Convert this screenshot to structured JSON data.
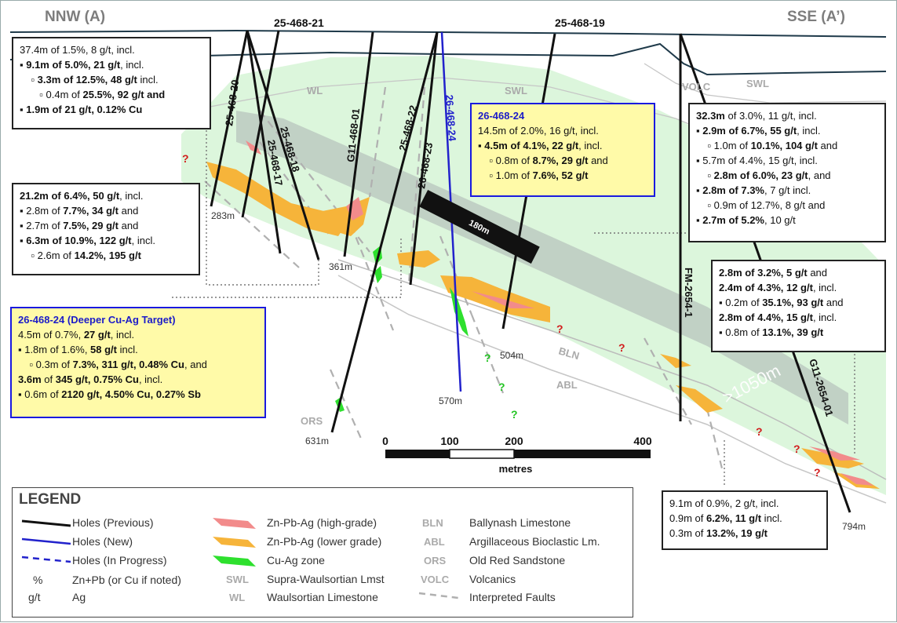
{
  "section": {
    "left_end": "NNW (A)",
    "right_end": "SSE (A’)"
  },
  "units": {
    "wl": "WL",
    "swl_1": "SWL",
    "swl_2": "SWL",
    "volc": "VOLC",
    "bln": "BLN",
    "abl": "ABL",
    "ors": "ORS"
  },
  "holes": {
    "h21_top": "25-468-21",
    "h19_top": "25-468-19",
    "h20": "25-468-20",
    "h17": "25-468-17",
    "h18": "25-468-18",
    "g11_01": "G11-468-01",
    "h22": "25-468-22",
    "h23": "26-468-23",
    "h24": "26-468-24",
    "fm2654": "FM-2654-1",
    "g11_2654": "G11-2654-01"
  },
  "depths": [
    "283m",
    "361m",
    "504m",
    "570m",
    "631m",
    "794m"
  ],
  "labels": {
    "bar_180": "180m",
    "target_1050": ">1050m",
    "q": "?"
  },
  "scale": {
    "ticks": [
      "0",
      "100",
      "200",
      "400"
    ],
    "unit": "metres"
  },
  "boxes": {
    "tl": [
      [
        {
          "t": "37.4m of 1.5%, 8 g/t, incl."
        }
      ],
      [
        {
          "t": "▪ "
        },
        {
          "t": "9.1m of 5.0%, 21 g/t",
          "b": true
        },
        {
          "t": ", incl."
        }
      ],
      [
        {
          "t": "    ▫ "
        },
        {
          "t": "3.3m of 12.5%, 48 g/t",
          "b": true
        },
        {
          "t": " incl."
        }
      ],
      [
        {
          "t": "       ▫ 0.4m of "
        },
        {
          "t": "25.5%, 92 g/t and",
          "b": true
        }
      ],
      [
        {
          "t": "▪ "
        },
        {
          "t": "1.9m of 21 g/t, 0.12% Cu",
          "b": true
        }
      ]
    ],
    "ml": [
      [
        {
          "t": "21.2m of 6.4%, 50 g/t",
          "b": true
        },
        {
          "t": ", incl."
        }
      ],
      [
        {
          "t": "▪ 2.8m of "
        },
        {
          "t": "7.7%, 34 g/t",
          "b": true
        },
        {
          "t": " and"
        }
      ],
      [
        {
          "t": "▪ 2.7m of "
        },
        {
          "t": "7.5%, 29 g/t",
          "b": true
        },
        {
          "t": " and"
        }
      ],
      [
        {
          "t": "▪ "
        },
        {
          "t": "6.3m of 10.9%, 122 g/t",
          "b": true
        },
        {
          "t": ", incl."
        }
      ],
      [
        {
          "t": "    ▫ 2.6m of "
        },
        {
          "t": "14.2%, 195 g/t",
          "b": true
        }
      ]
    ],
    "deep_title": "26-468-24 (Deeper Cu-Ag Target)",
    "deep": [
      [
        {
          "t": "4.5m of 0.7%, "
        },
        {
          "t": "27 g/t",
          "b": true
        },
        {
          "t": ", incl."
        }
      ],
      [
        {
          "t": "▪ 1.8m of 1.6%, "
        },
        {
          "t": "58 g/t",
          "b": true
        },
        {
          "t": " incl."
        }
      ],
      [
        {
          "t": "    ▫ 0.3m of "
        },
        {
          "t": "7.3%, 311 g/t, 0.48% Cu",
          "b": true
        },
        {
          "t": ", and"
        }
      ],
      [
        {
          "t": "3.6m",
          "b": true
        },
        {
          "t": " of "
        },
        {
          "t": "345 g/t, 0.75% Cu",
          "b": true
        },
        {
          "t": ", incl."
        }
      ],
      [
        {
          "t": "▪ 0.6m of "
        },
        {
          "t": "2120 g/t, 4.50% Cu, 0.27% Sb",
          "b": true
        }
      ]
    ],
    "c24_title": "26-468-24",
    "c24": [
      [
        {
          "t": "14.5m of 2.0%, 16 g/t, incl."
        }
      ],
      [
        {
          "t": "▪ "
        },
        {
          "t": "4.5m of 4.1%, 22 g/t",
          "b": true
        },
        {
          "t": ", incl."
        }
      ],
      [
        {
          "t": "    ▫ 0.8m of "
        },
        {
          "t": "8.7%, 29 g/t",
          "b": true
        },
        {
          "t": " and"
        }
      ],
      [
        {
          "t": "    ▫ 1.0m of "
        },
        {
          "t": "7.6%, 52 g/t",
          "b": true
        }
      ]
    ],
    "tr": [
      [
        {
          "t": "32.3m",
          "b": true
        },
        {
          "t": " of 3.0%, 11 g/t, incl."
        }
      ],
      [
        {
          "t": "▪ "
        },
        {
          "t": "2.9m of 6.7%, 55 g/t",
          "b": true
        },
        {
          "t": ", incl."
        }
      ],
      [
        {
          "t": "    ▫ 1.0m of "
        },
        {
          "t": "10.1%, 104 g/t",
          "b": true
        },
        {
          "t": " and"
        }
      ],
      [
        {
          "t": "▪ 5.7m of 4.4%, 15 g/t, incl."
        }
      ],
      [
        {
          "t": "    ▫ "
        },
        {
          "t": "2.8m of 6.0%, 23 g/t",
          "b": true
        },
        {
          "t": ", and"
        }
      ],
      [
        {
          "t": "▪ "
        },
        {
          "t": "2.8m of 7.3%",
          "b": true
        },
        {
          "t": ", 7 g/t incl."
        }
      ],
      [
        {
          "t": "    ▫ 0.9m of 12.7%, 8 g/t and"
        }
      ],
      [
        {
          "t": "▪ "
        },
        {
          "t": "2.7m of 5.2%",
          "b": true
        },
        {
          "t": ", 10 g/t"
        }
      ]
    ],
    "mr": [
      [
        {
          "t": "2.8m of 3.2%, 5 g/t",
          "b": true
        },
        {
          "t": " and"
        }
      ],
      [
        {
          "t": "2.4m of 4.3%, 12 g/t",
          "b": true
        },
        {
          "t": ", incl."
        }
      ],
      [
        {
          "t": "▪ 0.2m of "
        },
        {
          "t": "35.1%, 93 g/t",
          "b": true
        },
        {
          "t": " and"
        }
      ],
      [
        {
          "t": "2.8m of 4.4%, 15 g/t",
          "b": true
        },
        {
          "t": ", incl."
        }
      ],
      [
        {
          "t": "▪ 0.8m of "
        },
        {
          "t": "13.1%, 39 g/t",
          "b": true
        }
      ]
    ],
    "br": [
      [
        {
          "t": "9.1m of 0.9%, 2 g/t, incl."
        }
      ],
      [
        {
          "t": "0.9m of "
        },
        {
          "t": "6.2%, 11 g/t",
          "b": true
        },
        {
          "t": " incl."
        }
      ],
      [
        {
          "t": "0.3m of "
        },
        {
          "t": "13.2%, 19 g/t",
          "b": true
        }
      ]
    ]
  },
  "legend": {
    "title": "LEGEND",
    "holes_prev": "Holes (Previous)",
    "holes_new": "Holes (New)",
    "holes_prog": "Holes (In Progress)",
    "pct_sym": "%",
    "pct_desc": "Zn+Pb (or Cu if noted)",
    "gt_sym": "g/t",
    "gt_desc": "Ag",
    "hg": "Zn-Pb-Ag (high-grade)",
    "lg": "Zn-Pb-Ag (lower grade)",
    "cu": "Cu-Ag zone",
    "swl_abbr": "SWL",
    "swl_desc": "Supra-Waulsortian Lmst",
    "wl_abbr": "WL",
    "wl_desc": "Waulsortian Limestone",
    "bln_abbr": "BLN",
    "bln_desc": "Ballynash Limestone",
    "abl_abbr": "ABL",
    "abl_desc": "Argillaceous Bioclastic Lm.",
    "ors_abbr": "ORS",
    "ors_desc": "Old Red Sandstone",
    "volc_abbr": "VOLC",
    "volc_desc": "Volcanics",
    "faults": "Interpreted Faults"
  },
  "colors": {
    "green_zone": "#d6f5d6",
    "band": "#b8c4bd",
    "hg": "#f28b8b",
    "lg": "#f6b43a",
    "cu": "#2ee02e",
    "hole_prev": "#111111",
    "hole_new": "#2222cc",
    "surface": "#1f3a4a",
    "fault": "#b0b0b0",
    "box_yellow": "#fffaa8",
    "box_blue": "#1a1adf"
  }
}
